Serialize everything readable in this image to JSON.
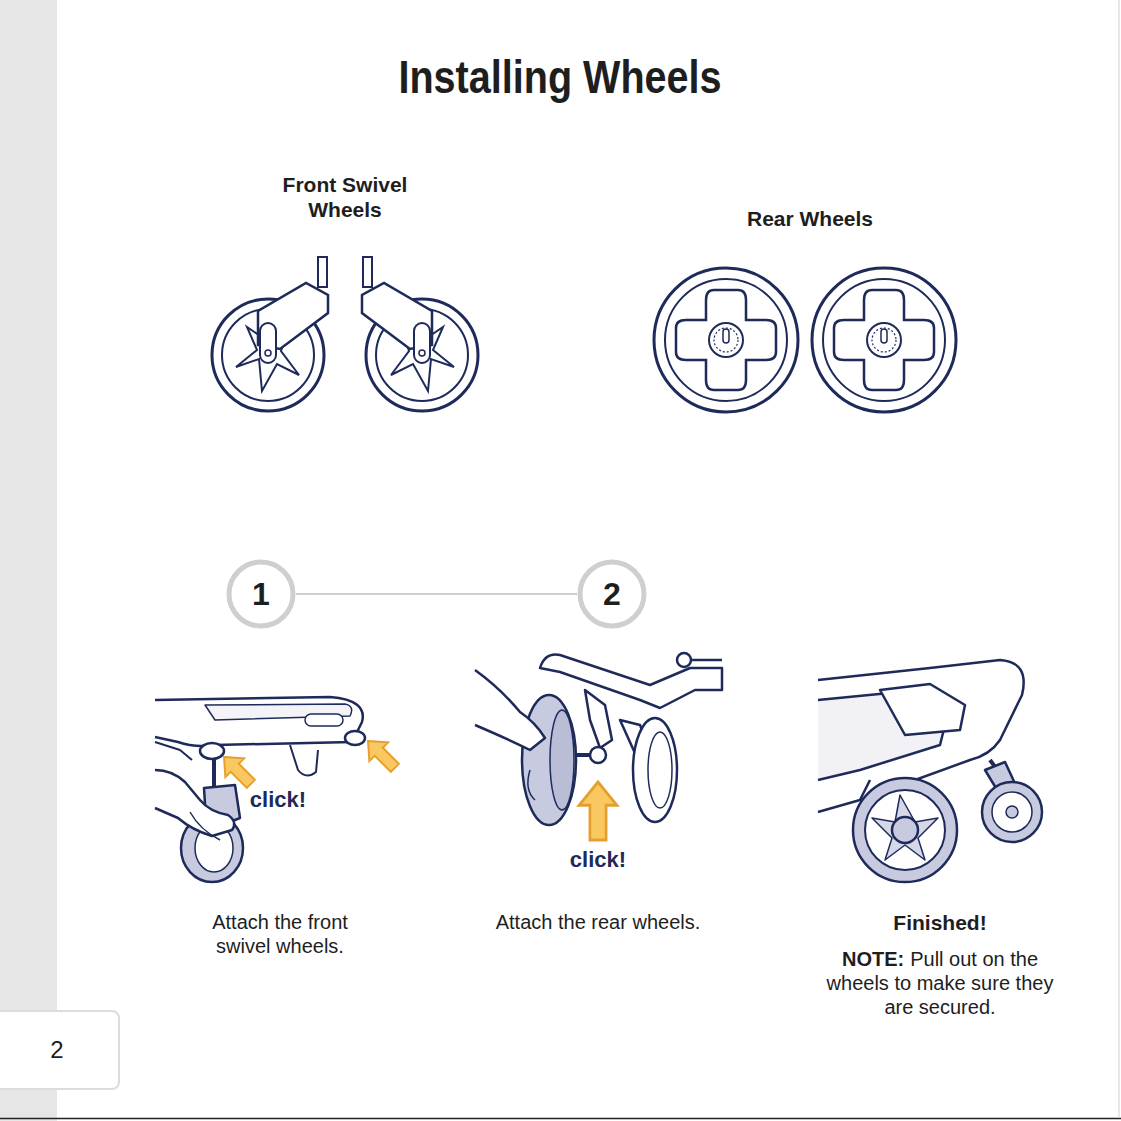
{
  "diagram": {
    "title": "Installing Wheels",
    "nodes": [
      {
        "text": [
          "1"
        ]
      },
      {
        "text": [
          "2"
        ]
      },
      {
        "text": [
          "2"
        ]
      }
    ],
    "edges": [
      {
        "from": 0,
        "to": 1,
        "arrow": "none"
      }
    ],
    "labels": [
      "Front Swivel Wheels",
      "Rear Wheels",
      "click!",
      "click!",
      "Attach the front swivel wheels.",
      "Attach the rear wheels.",
      "Finished!",
      "NOTE:",
      "Pull out on the wheels to make sure they are secured."
    ]
  }
}
